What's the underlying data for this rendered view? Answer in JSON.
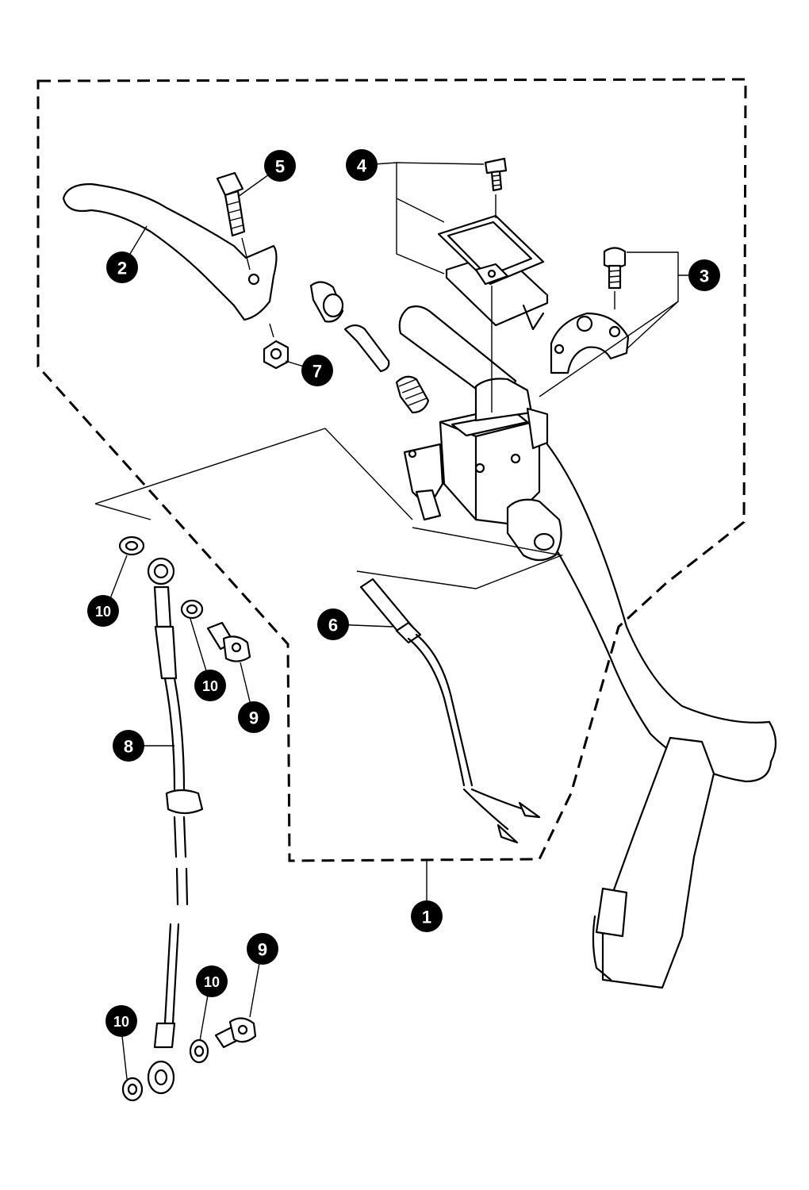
{
  "diagram": {
    "callouts": [
      {
        "id": "c1",
        "label": "1"
      },
      {
        "id": "c2",
        "label": "2"
      },
      {
        "id": "c3",
        "label": "3"
      },
      {
        "id": "c4",
        "label": "4"
      },
      {
        "id": "c5",
        "label": "5"
      },
      {
        "id": "c6",
        "label": "6"
      },
      {
        "id": "c7",
        "label": "7"
      },
      {
        "id": "c8",
        "label": "8"
      },
      {
        "id": "c9a",
        "label": "9"
      },
      {
        "id": "c9b",
        "label": "9"
      },
      {
        "id": "c10a",
        "label": "10"
      },
      {
        "id": "c10b",
        "label": "10"
      },
      {
        "id": "c10c",
        "label": "10"
      },
      {
        "id": "c10d",
        "label": "10"
      }
    ]
  }
}
